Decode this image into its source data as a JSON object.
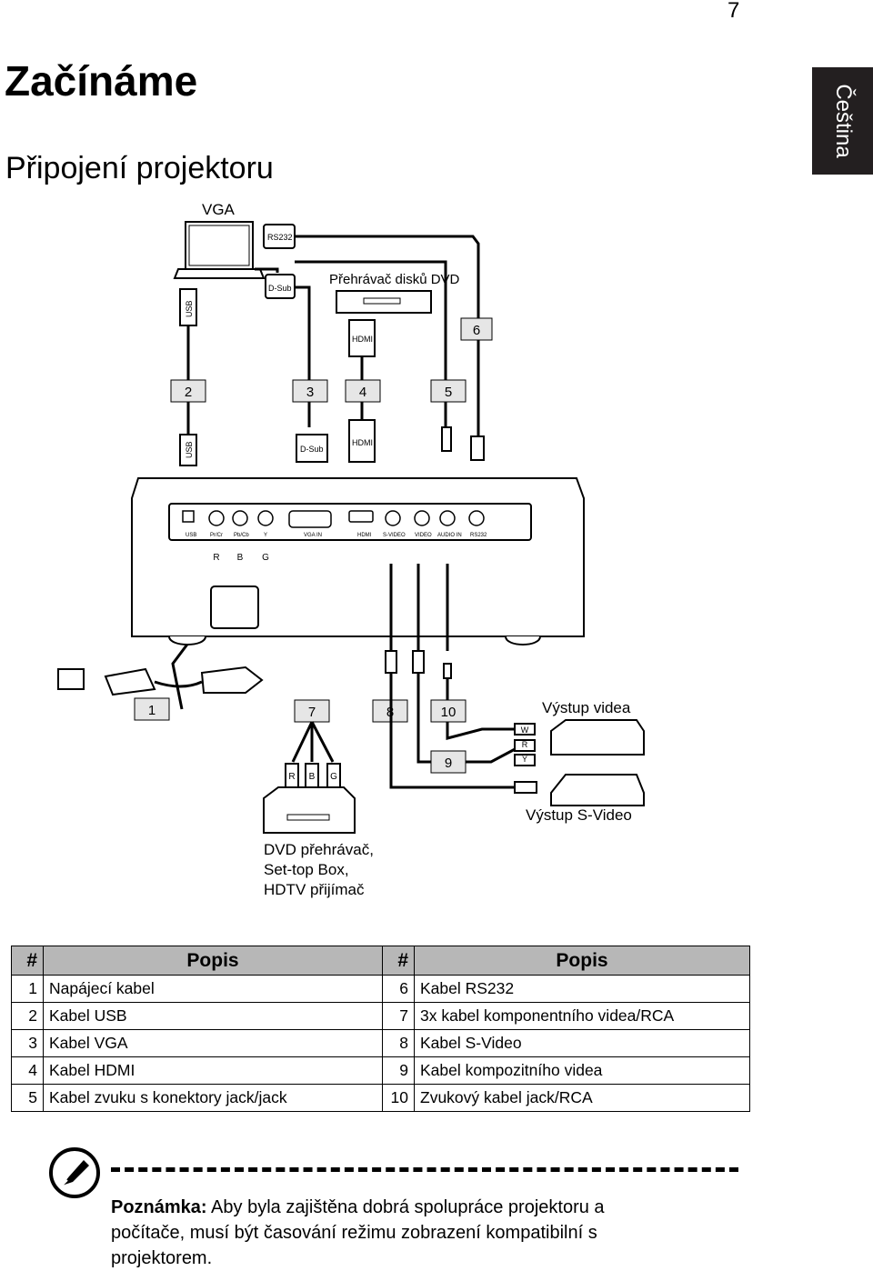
{
  "page_number": "7",
  "language_tab": "Čeština",
  "title": "Začínáme",
  "subtitle": "Připojení projektoru",
  "diagram": {
    "labels": {
      "vga": "VGA",
      "rs232": "RS232",
      "dsub": "D-Sub",
      "usb": "USB",
      "dvd_player": "Přehrávač disků DVD",
      "hdmi": "HDMI",
      "video_out": "Výstup videa",
      "svideo_out": "Výstup S-Video",
      "source_line1": "DVD přehrávač,",
      "source_line2": "Set-top Box,",
      "source_line3": "HDTV přijímač"
    },
    "callouts": [
      "1",
      "2",
      "3",
      "4",
      "5",
      "6",
      "7",
      "8",
      "9",
      "10"
    ],
    "ports": [
      "USB",
      "Pr/Cr",
      "Pb/Cb",
      "Y",
      "VGA IN",
      "HDMI",
      "S-VIDEO",
      "VIDEO",
      "AUDIO IN",
      "RS232"
    ],
    "rca_letters": [
      "R",
      "B",
      "G"
    ],
    "plug_letters": [
      "W",
      "R",
      "Y"
    ]
  },
  "table": {
    "headers": [
      "#",
      "Popis",
      "#",
      "Popis"
    ],
    "rows": [
      [
        "1",
        "Napájecí kabel",
        "6",
        "Kabel RS232"
      ],
      [
        "2",
        "Kabel USB",
        "7",
        "3x kabel komponentního videa/RCA"
      ],
      [
        "3",
        "Kabel VGA",
        "8",
        "Kabel S-Video"
      ],
      [
        "4",
        "Kabel HDMI",
        "9",
        "Kabel kompozitního videa"
      ],
      [
        "5",
        "Kabel zvuku s konektory jack/jack",
        "10",
        "Zvukový kabel jack/RCA"
      ]
    ]
  },
  "note": {
    "label": "Poznámka:",
    "text": " Aby byla zajištěna dobrá spolupráce projektoru a počítače, musí být časování režimu zobrazení kompatibilní s projektorem."
  }
}
